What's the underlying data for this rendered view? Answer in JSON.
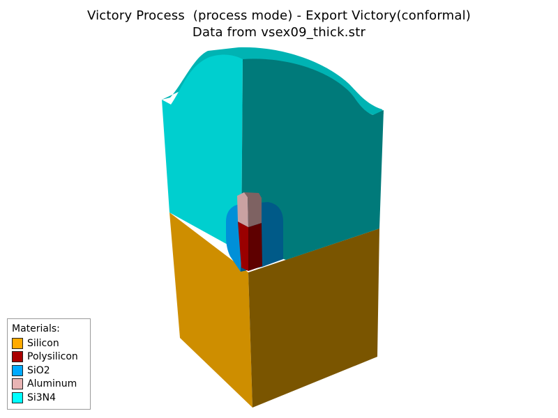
{
  "title": {
    "line1": "Victory Process  (process mode) - Export Victory(conformal)",
    "line2": "Data from vsex09_thick.str"
  },
  "legend": {
    "heading": "Materials:",
    "items": [
      {
        "label": "Silicon",
        "color": "#ffaa00"
      },
      {
        "label": "Polysilicon",
        "color": "#aa0000"
      },
      {
        "label": "SiO2",
        "color": "#00aaff"
      },
      {
        "label": "Aluminum",
        "color": "#e8b4b4"
      },
      {
        "label": "Si3N4",
        "color": "#00ffff"
      }
    ]
  },
  "colors": {
    "silicon_front": "#ce8e00",
    "silicon_side": "#7a5500",
    "nitride_front": "#00cfcf",
    "nitride_side": "#007a7a",
    "nitride_top": "#00b3b3",
    "oxide_front": "#0090d8",
    "oxide_side": "#005a88",
    "poly_front": "#9a0000",
    "poly_side": "#5e0000",
    "alu_front": "#caa2a2",
    "alu_side": "#7e6262"
  }
}
